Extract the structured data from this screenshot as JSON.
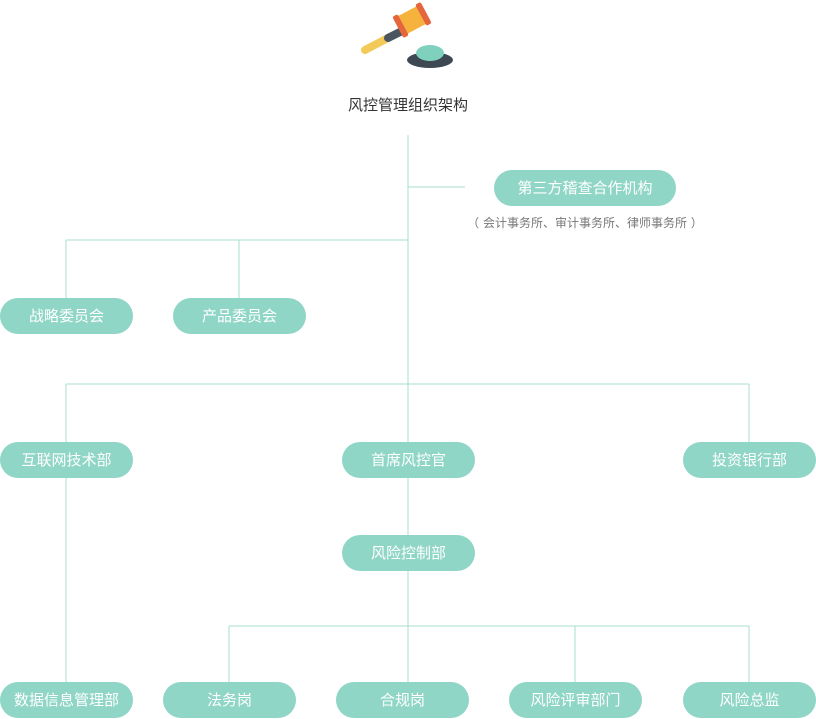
{
  "title": "风控管理组织架构",
  "nodes": {
    "third_party": "第三方稽查合作机构",
    "third_party_note": "（ 会计事务所、审计事务所、律师事务所 ）",
    "strategy_committee": "战略委员会",
    "product_committee": "产品委员会",
    "internet_tech": "互联网技术部",
    "cro": "首席风控官",
    "investment_banking": "投资银行部",
    "risk_control": "风险控制部",
    "data_info": "数据信息管理部",
    "legal": "法务岗",
    "compliance": "合规岗",
    "risk_review": "风险评审部门",
    "risk_director": "风险总监"
  },
  "colors": {
    "node_fill": "#8fd6c6",
    "node_text": "#ffffff",
    "connector": "#a8ddd1",
    "title_text": "#333333",
    "note_text": "#777777"
  },
  "icons": [
    "gavel-icon"
  ]
}
